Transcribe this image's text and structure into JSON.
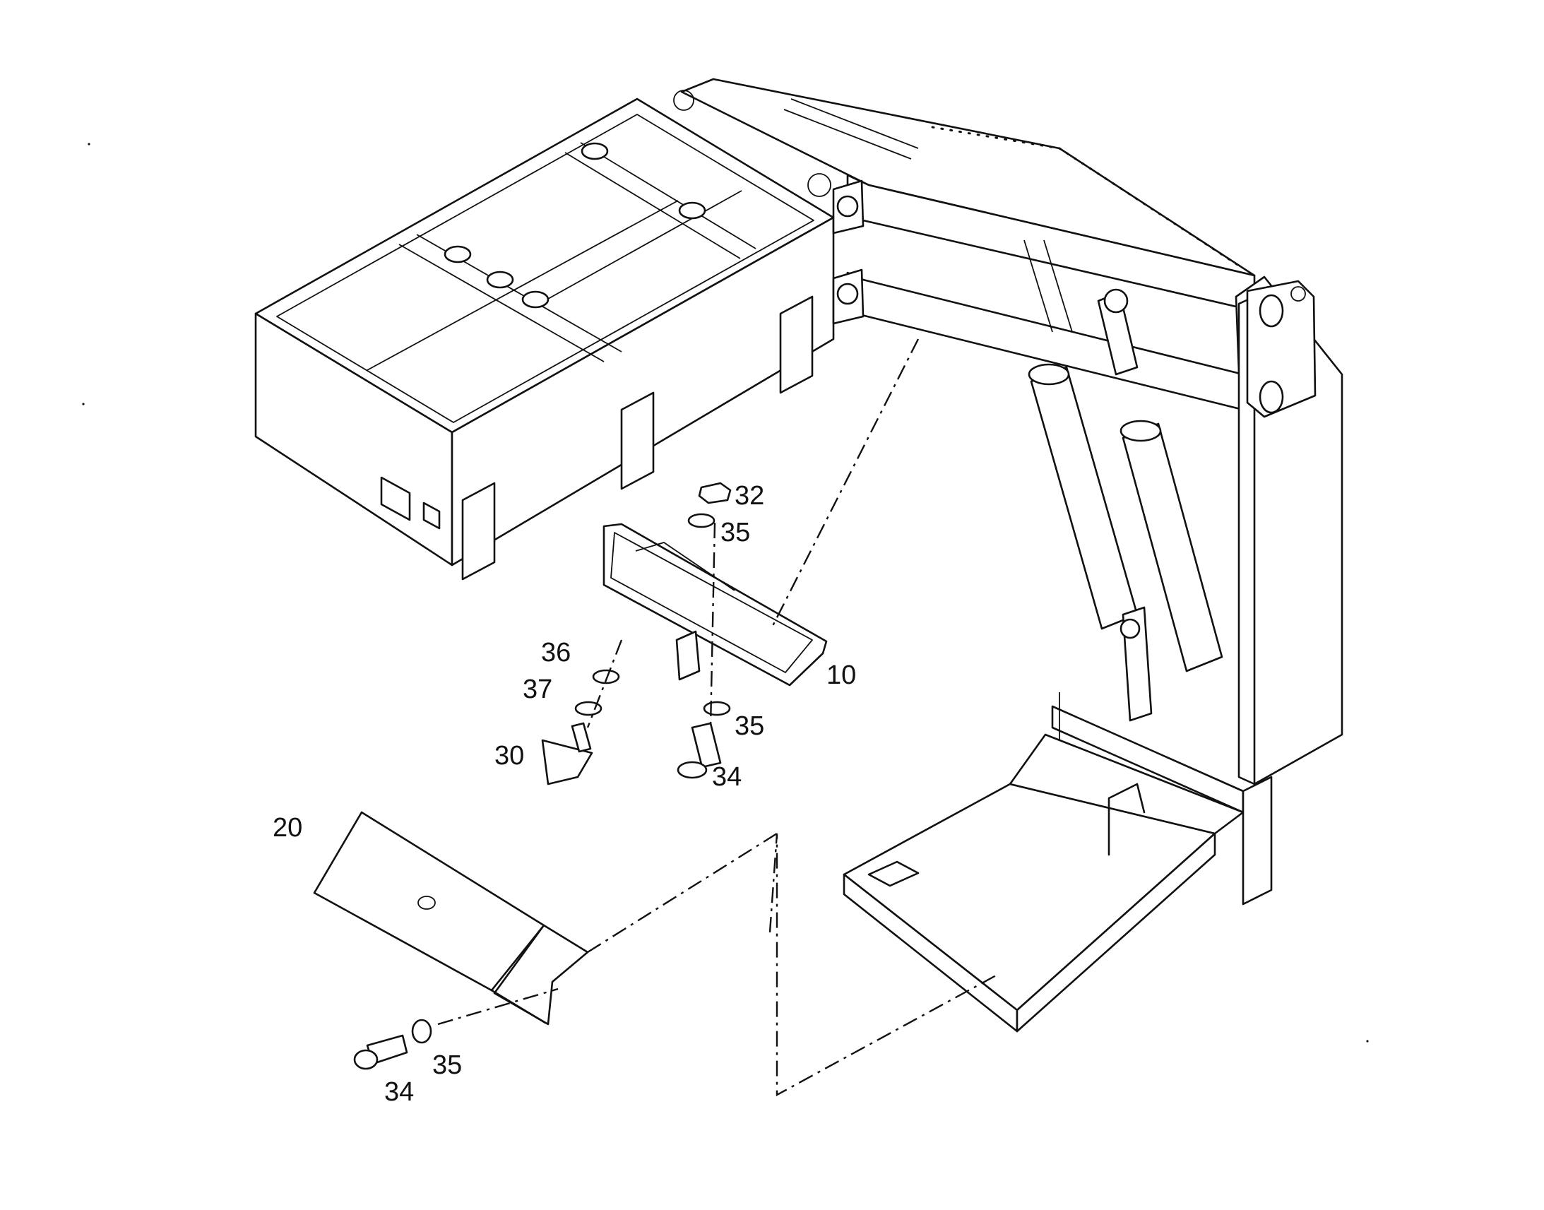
{
  "callouts": {
    "c32": "32",
    "c35_top": "35",
    "c36": "36",
    "c37": "37",
    "c10": "10",
    "c35_mid": "35",
    "c30": "30",
    "c34_mid": "34",
    "c20": "20",
    "c35_bottom": "35",
    "c34_bottom": "34"
  }
}
